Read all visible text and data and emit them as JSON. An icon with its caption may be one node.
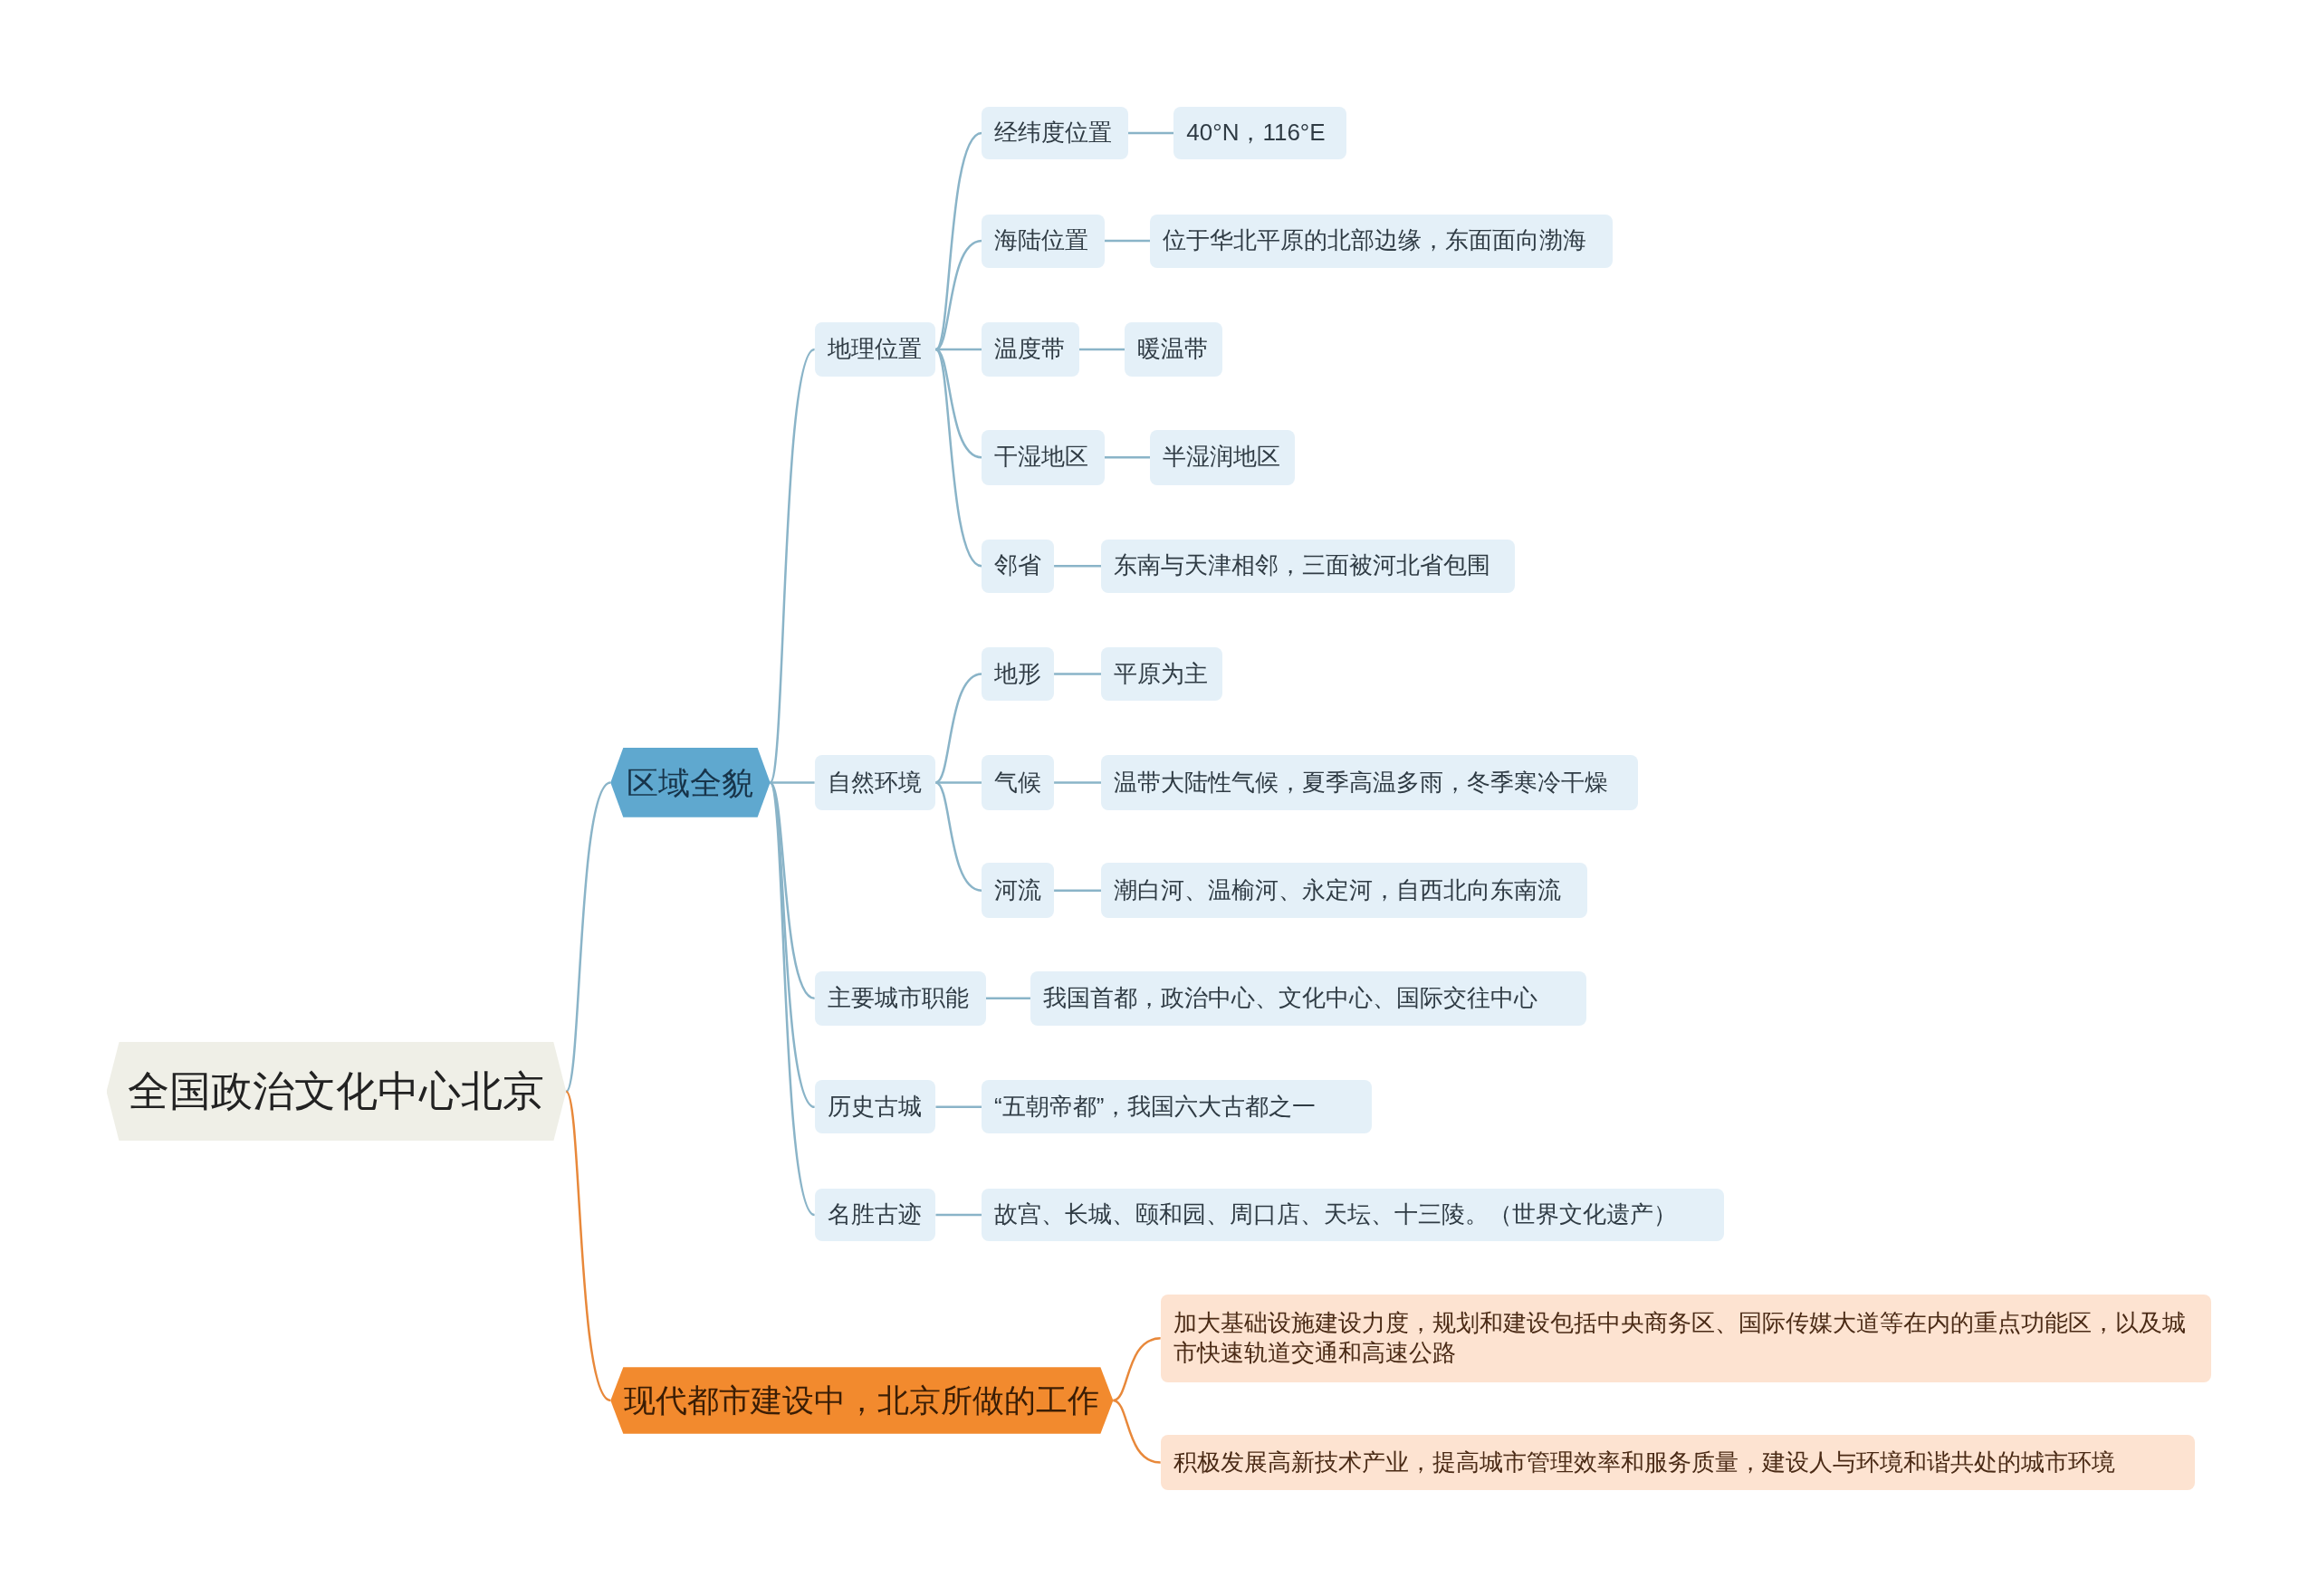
{
  "diagram": {
    "nodes": [
      {
        "text": [
          "全国政治文化中心北京"
        ]
      },
      {
        "text": [
          "区域全貌"
        ]
      },
      {
        "text": [
          "地理位置"
        ]
      },
      {
        "text": [
          "经纬度位置"
        ]
      },
      {
        "text": [
          "40°N，116°E"
        ]
      },
      {
        "text": [
          "海陆位置"
        ]
      },
      {
        "text": [
          "位于华北平原的北部边缘，东面面向渤海"
        ]
      },
      {
        "text": [
          "温度带"
        ]
      },
      {
        "text": [
          "暖温带"
        ]
      },
      {
        "text": [
          "干湿地区"
        ]
      },
      {
        "text": [
          "半湿润地区"
        ]
      },
      {
        "text": [
          "邻省"
        ]
      },
      {
        "text": [
          "东南与天津相邻，三面被河北省包围"
        ]
      },
      {
        "text": [
          "自然环境"
        ]
      },
      {
        "text": [
          "地形"
        ]
      },
      {
        "text": [
          "平原为主"
        ]
      },
      {
        "text": [
          "气候"
        ]
      },
      {
        "text": [
          "温带大陆性气候，夏季高温多雨，冬季寒冷干燥"
        ]
      },
      {
        "text": [
          "河流"
        ]
      },
      {
        "text": [
          "潮白河、温榆河、永定河，自西北向东南流"
        ]
      },
      {
        "text": [
          "主要城市职能"
        ]
      },
      {
        "text": [
          "我国首都，政治中心、文化中心、国际交往中心"
        ]
      },
      {
        "text": [
          "历史古城"
        ]
      },
      {
        "text": [
          "“五朝帝都”，我国六大古都之一"
        ]
      },
      {
        "text": [
          "名胜古迹"
        ]
      },
      {
        "text": [
          "故宫、长城、颐和园、周口店、天坛、十三陵。（世界文化遗产）"
        ]
      },
      {
        "text": [
          "现代都市建设中，北京所做的工作"
        ]
      },
      {
        "text": [
          "加大基础设施建设力度，规划和建设包括中央商务区、国际传媒大道等在内的重点功能区，以及城市快速轨道交通和高速公路"
        ]
      },
      {
        "text": [
          "积极发展高新技术产业，提高城市管理效率和服务质量，建设人与环境和谐共处的城市环境"
        ]
      }
    ],
    "edges": [
      {
        "from": 0,
        "to": 1,
        "arrow": "none"
      },
      {
        "from": 0,
        "to": 26,
        "arrow": "none",
        "color": "#e8883a"
      },
      {
        "from": 1,
        "to": 2,
        "arrow": "none"
      },
      {
        "from": 1,
        "to": 13,
        "arrow": "none"
      },
      {
        "from": 1,
        "to": 20,
        "arrow": "none"
      },
      {
        "from": 1,
        "to": 22,
        "arrow": "none"
      },
      {
        "from": 1,
        "to": 24,
        "arrow": "none"
      },
      {
        "from": 2,
        "to": 3,
        "arrow": "none"
      },
      {
        "from": 2,
        "to": 5,
        "arrow": "none"
      },
      {
        "from": 2,
        "to": 7,
        "arrow": "none"
      },
      {
        "from": 2,
        "to": 9,
        "arrow": "none"
      },
      {
        "from": 2,
        "to": 11,
        "arrow": "none"
      },
      {
        "from": 3,
        "to": 4,
        "arrow": "none"
      },
      {
        "from": 5,
        "to": 6,
        "arrow": "none"
      },
      {
        "from": 7,
        "to": 8,
        "arrow": "none"
      },
      {
        "from": 9,
        "to": 10,
        "arrow": "none"
      },
      {
        "from": 11,
        "to": 12,
        "arrow": "none"
      },
      {
        "from": 13,
        "to": 14,
        "arrow": "none"
      },
      {
        "from": 13,
        "to": 16,
        "arrow": "none"
      },
      {
        "from": 13,
        "to": 18,
        "arrow": "none"
      },
      {
        "from": 14,
        "to": 15,
        "arrow": "none"
      },
      {
        "from": 16,
        "to": 17,
        "arrow": "none"
      },
      {
        "from": 18,
        "to": 19,
        "arrow": "none"
      },
      {
        "from": 20,
        "to": 21,
        "arrow": "none"
      },
      {
        "from": 22,
        "to": 23,
        "arrow": "none"
      },
      {
        "from": 24,
        "to": 25,
        "arrow": "none"
      },
      {
        "from": 26,
        "to": 27,
        "arrow": "none",
        "color": "#e8883a"
      },
      {
        "from": 26,
        "to": 28,
        "arrow": "none",
        "color": "#e8883a"
      }
    ]
  }
}
